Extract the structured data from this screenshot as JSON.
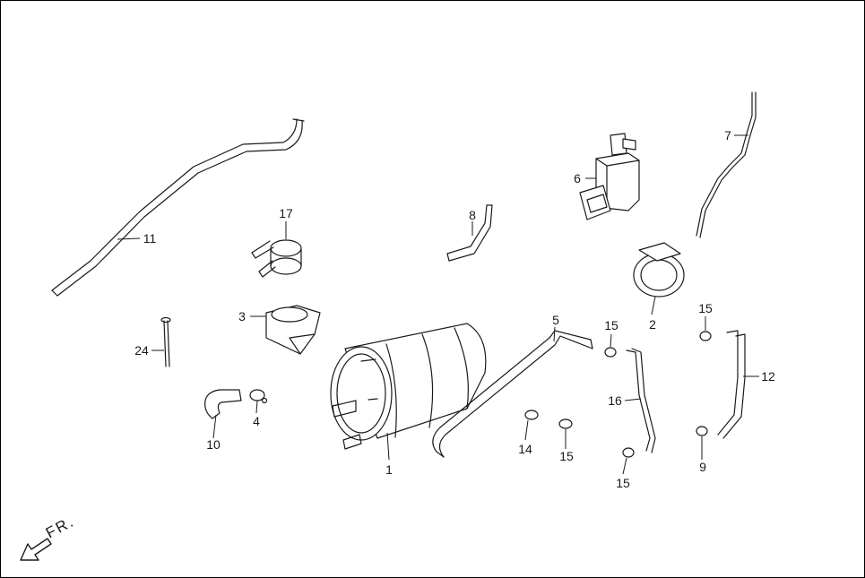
{
  "diagram": {
    "callouts": {
      "c1": "1",
      "c2": "2",
      "c3": "3",
      "c4": "4",
      "c5": "5",
      "c6": "6",
      "c7": "7",
      "c8": "8",
      "c9": "9",
      "c10": "10",
      "c11": "11",
      "c12": "12",
      "c14": "14",
      "c15a": "15",
      "c15b": "15",
      "c15c": "15",
      "c15d": "15",
      "c16": "16",
      "c17": "17",
      "c24": "24"
    },
    "direction_label": "FR."
  }
}
